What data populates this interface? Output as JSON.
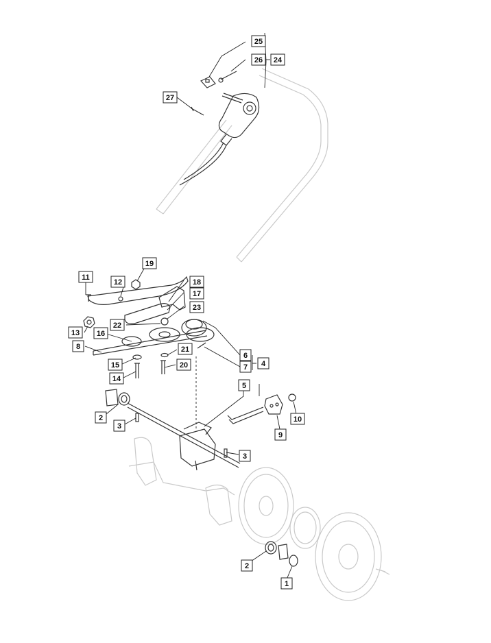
{
  "callouts": {
    "c1": "1",
    "c2a": "2",
    "c2b": "2",
    "c3a": "3",
    "c3b": "3",
    "c4": "4",
    "c5": "5",
    "c6": "6",
    "c7": "7",
    "c8": "8",
    "c9": "9",
    "c10": "10",
    "c11": "11",
    "c12": "12",
    "c13": "13",
    "c14": "14",
    "c15": "15",
    "c16": "16",
    "c17": "17",
    "c18": "18",
    "c19": "19",
    "c20": "20",
    "c21": "21",
    "c22": "22",
    "c23": "23",
    "c24": "24",
    "c25": "25",
    "c26": "26",
    "c27": "27"
  }
}
